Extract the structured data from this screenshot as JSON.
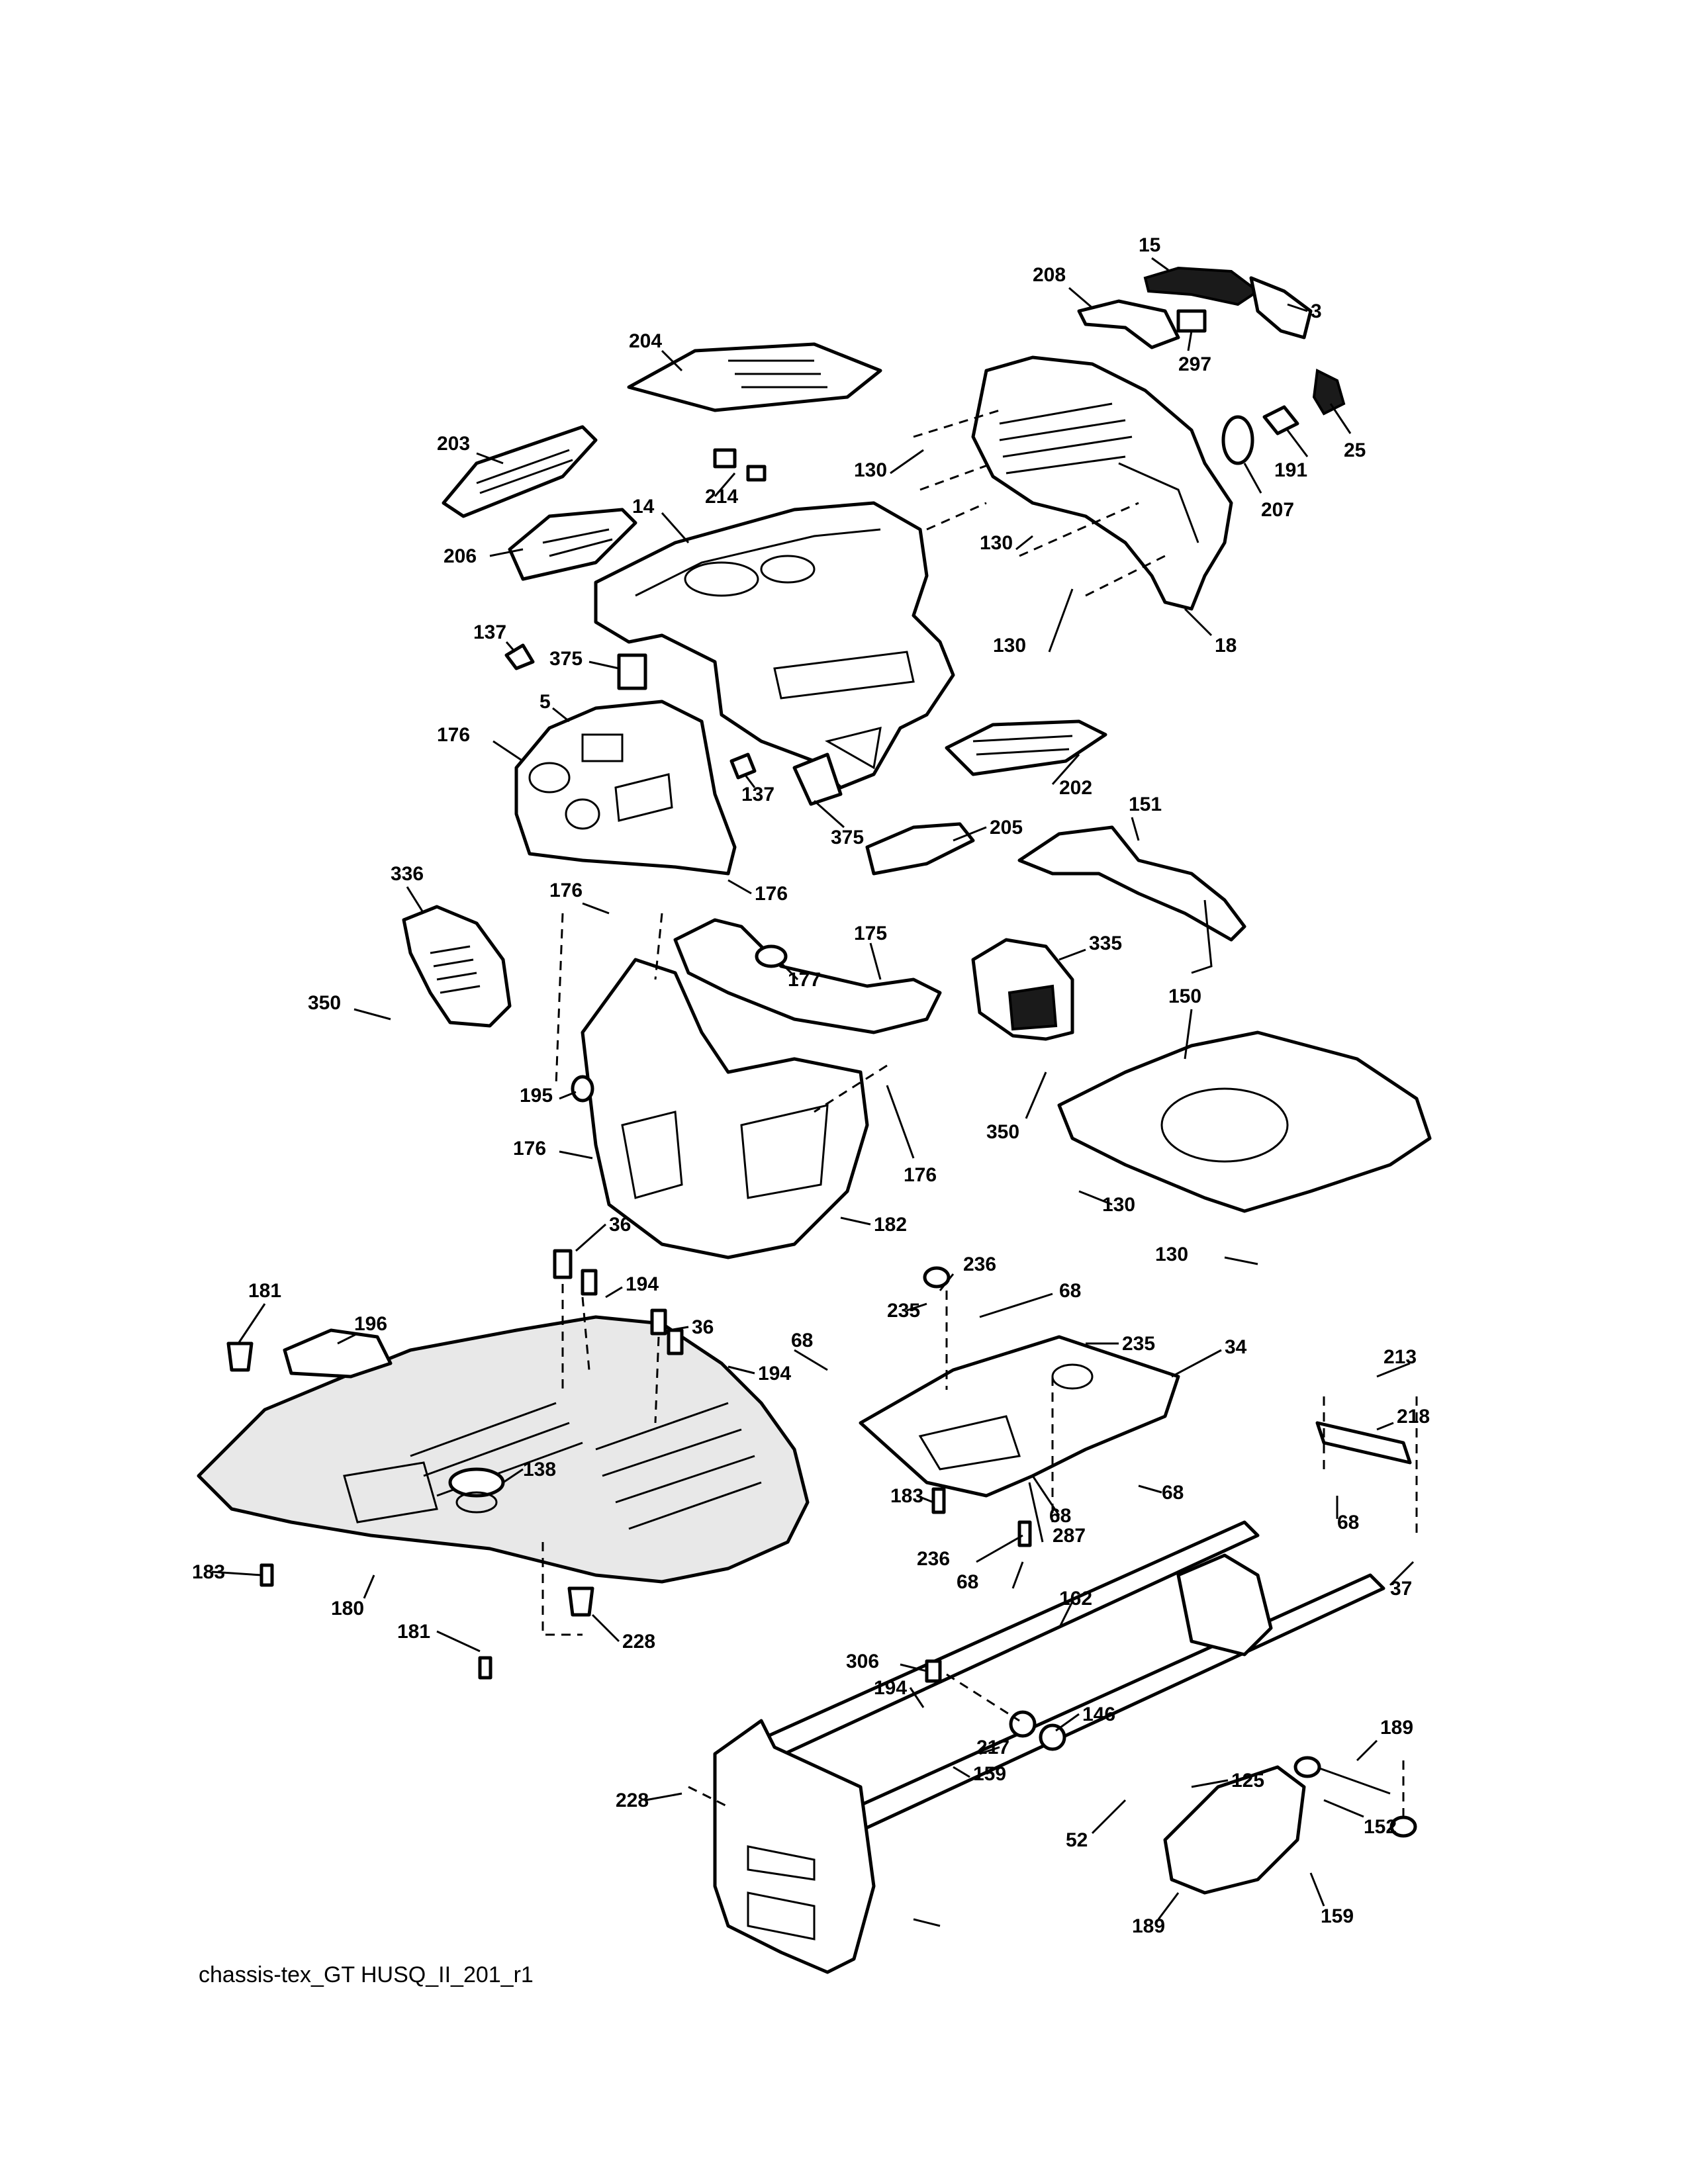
{
  "caption": "chassis-tex_GT HUSQ_II_201_r1",
  "callouts": [
    "15",
    "208",
    "3",
    "297",
    "204",
    "25",
    "203",
    "214",
    "130",
    "191",
    "14",
    "207",
    "206",
    "130",
    "130",
    "18",
    "137",
    "375",
    "5",
    "176",
    "137",
    "202",
    "375",
    "205",
    "151",
    "336",
    "176",
    "176",
    "175",
    "335",
    "177",
    "150",
    "350",
    "195",
    "350",
    "176",
    "176",
    "182",
    "130",
    "130",
    "36",
    "236",
    "181",
    "194",
    "235",
    "68",
    "196",
    "36",
    "68",
    "235",
    "34",
    "213",
    "194",
    "218",
    "138",
    "183",
    "68",
    "68",
    "68",
    "236",
    "287",
    "183",
    "68",
    "37",
    "180",
    "162",
    "181",
    "228",
    "306",
    "194",
    "146",
    "217",
    "189",
    "125",
    "159",
    "228",
    "52",
    "152",
    "189",
    "159"
  ]
}
